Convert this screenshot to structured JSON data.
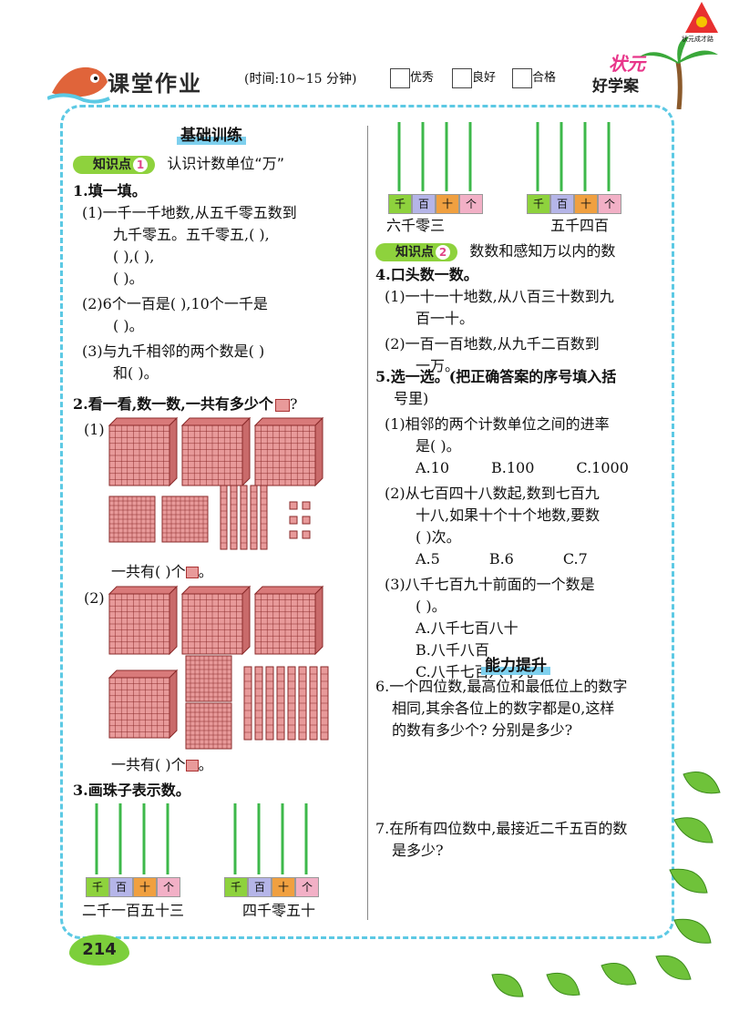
{
  "header": {
    "title": "课堂作业",
    "time": "(时间:10~15 分钟)",
    "ratings": [
      "优秀",
      "良好",
      "合格"
    ],
    "brand_top": "状元",
    "brand_bottom": "好学案",
    "logo_text": "状元成才路"
  },
  "sections": {
    "basic": "基础训练",
    "ability": "能力提升"
  },
  "kp1": {
    "badge": "知识点",
    "num": "1",
    "title": "认识计数单位“万”"
  },
  "kp2": {
    "badge": "知识点",
    "num": "2",
    "title": "数数和感知万以内的数"
  },
  "q1": {
    "title": "1.填一填。",
    "p1a": "(1)一千一千地数,从五千零五数到",
    "p1b": "九千零五。五千零五,(                ),",
    "p1c": "(                ),(                ),",
    "p1d": "(                )。",
    "p2a": "(2)6个一百是(          ),10个一千是",
    "p2b": "(          )。",
    "p3a": "(3)与九千相邻的两个数是(          )",
    "p3b": "和(            )。"
  },
  "q2": {
    "title": "2.看一看,数一数,一共有多少个",
    "sub1": "(1)",
    "sub2": "(2)",
    "ans1": "一共有(                            )个",
    "ans2": "一共有(                            )个"
  },
  "q3": {
    "title": "3.画珠子表示数。",
    "labels": [
      "千",
      "百",
      "十",
      "个"
    ],
    "items": [
      "二千一百五十三",
      "四千零五十",
      "六千零三",
      "五千四百"
    ]
  },
  "q4": {
    "title": "4.口头数一数。",
    "p1a": "(1)一十一十地数,从八百三十数到九",
    "p1b": "百一十。",
    "p2a": "(2)一百一百地数,从九千二百数到",
    "p2b": "一万。"
  },
  "q5": {
    "title": "5.选一选。(把正确答案的序号填入括",
    "title2": "号里)",
    "p1a": "(1)相邻的两个计数单位之间的进率",
    "p1b": "是(          )。",
    "p1opts": [
      "A.10",
      "B.100",
      "C.1000"
    ],
    "p2a": "(2)从七百四十八数起,数到七百九",
    "p2b": "十八,如果十个十个地数,要数",
    "p2c": "(          )次。",
    "p2opts": [
      "A.5",
      "B.6",
      "C.7"
    ],
    "p3a": "(3)八千七百九十前面的一个数是",
    "p3b": "(          )。",
    "p3opts": [
      "A.八千七百八十",
      "B.八千八百",
      "C.八千七百八十九"
    ]
  },
  "q6": {
    "l1": "6.一个四位数,最高位和最低位上的数字",
    "l2": "相同,其余各位上的数字都是0,这样",
    "l3": "的数有多少个? 分别是多少?"
  },
  "q7": {
    "l1": "7.在所有四位数中,最接近二千五百的数",
    "l2": "是多少?"
  },
  "page": "214",
  "colors": {
    "frame": "#5cc9e4",
    "cube": "#e89a9a",
    "badge": "#8ed23d",
    "rod": "#3db84a"
  }
}
